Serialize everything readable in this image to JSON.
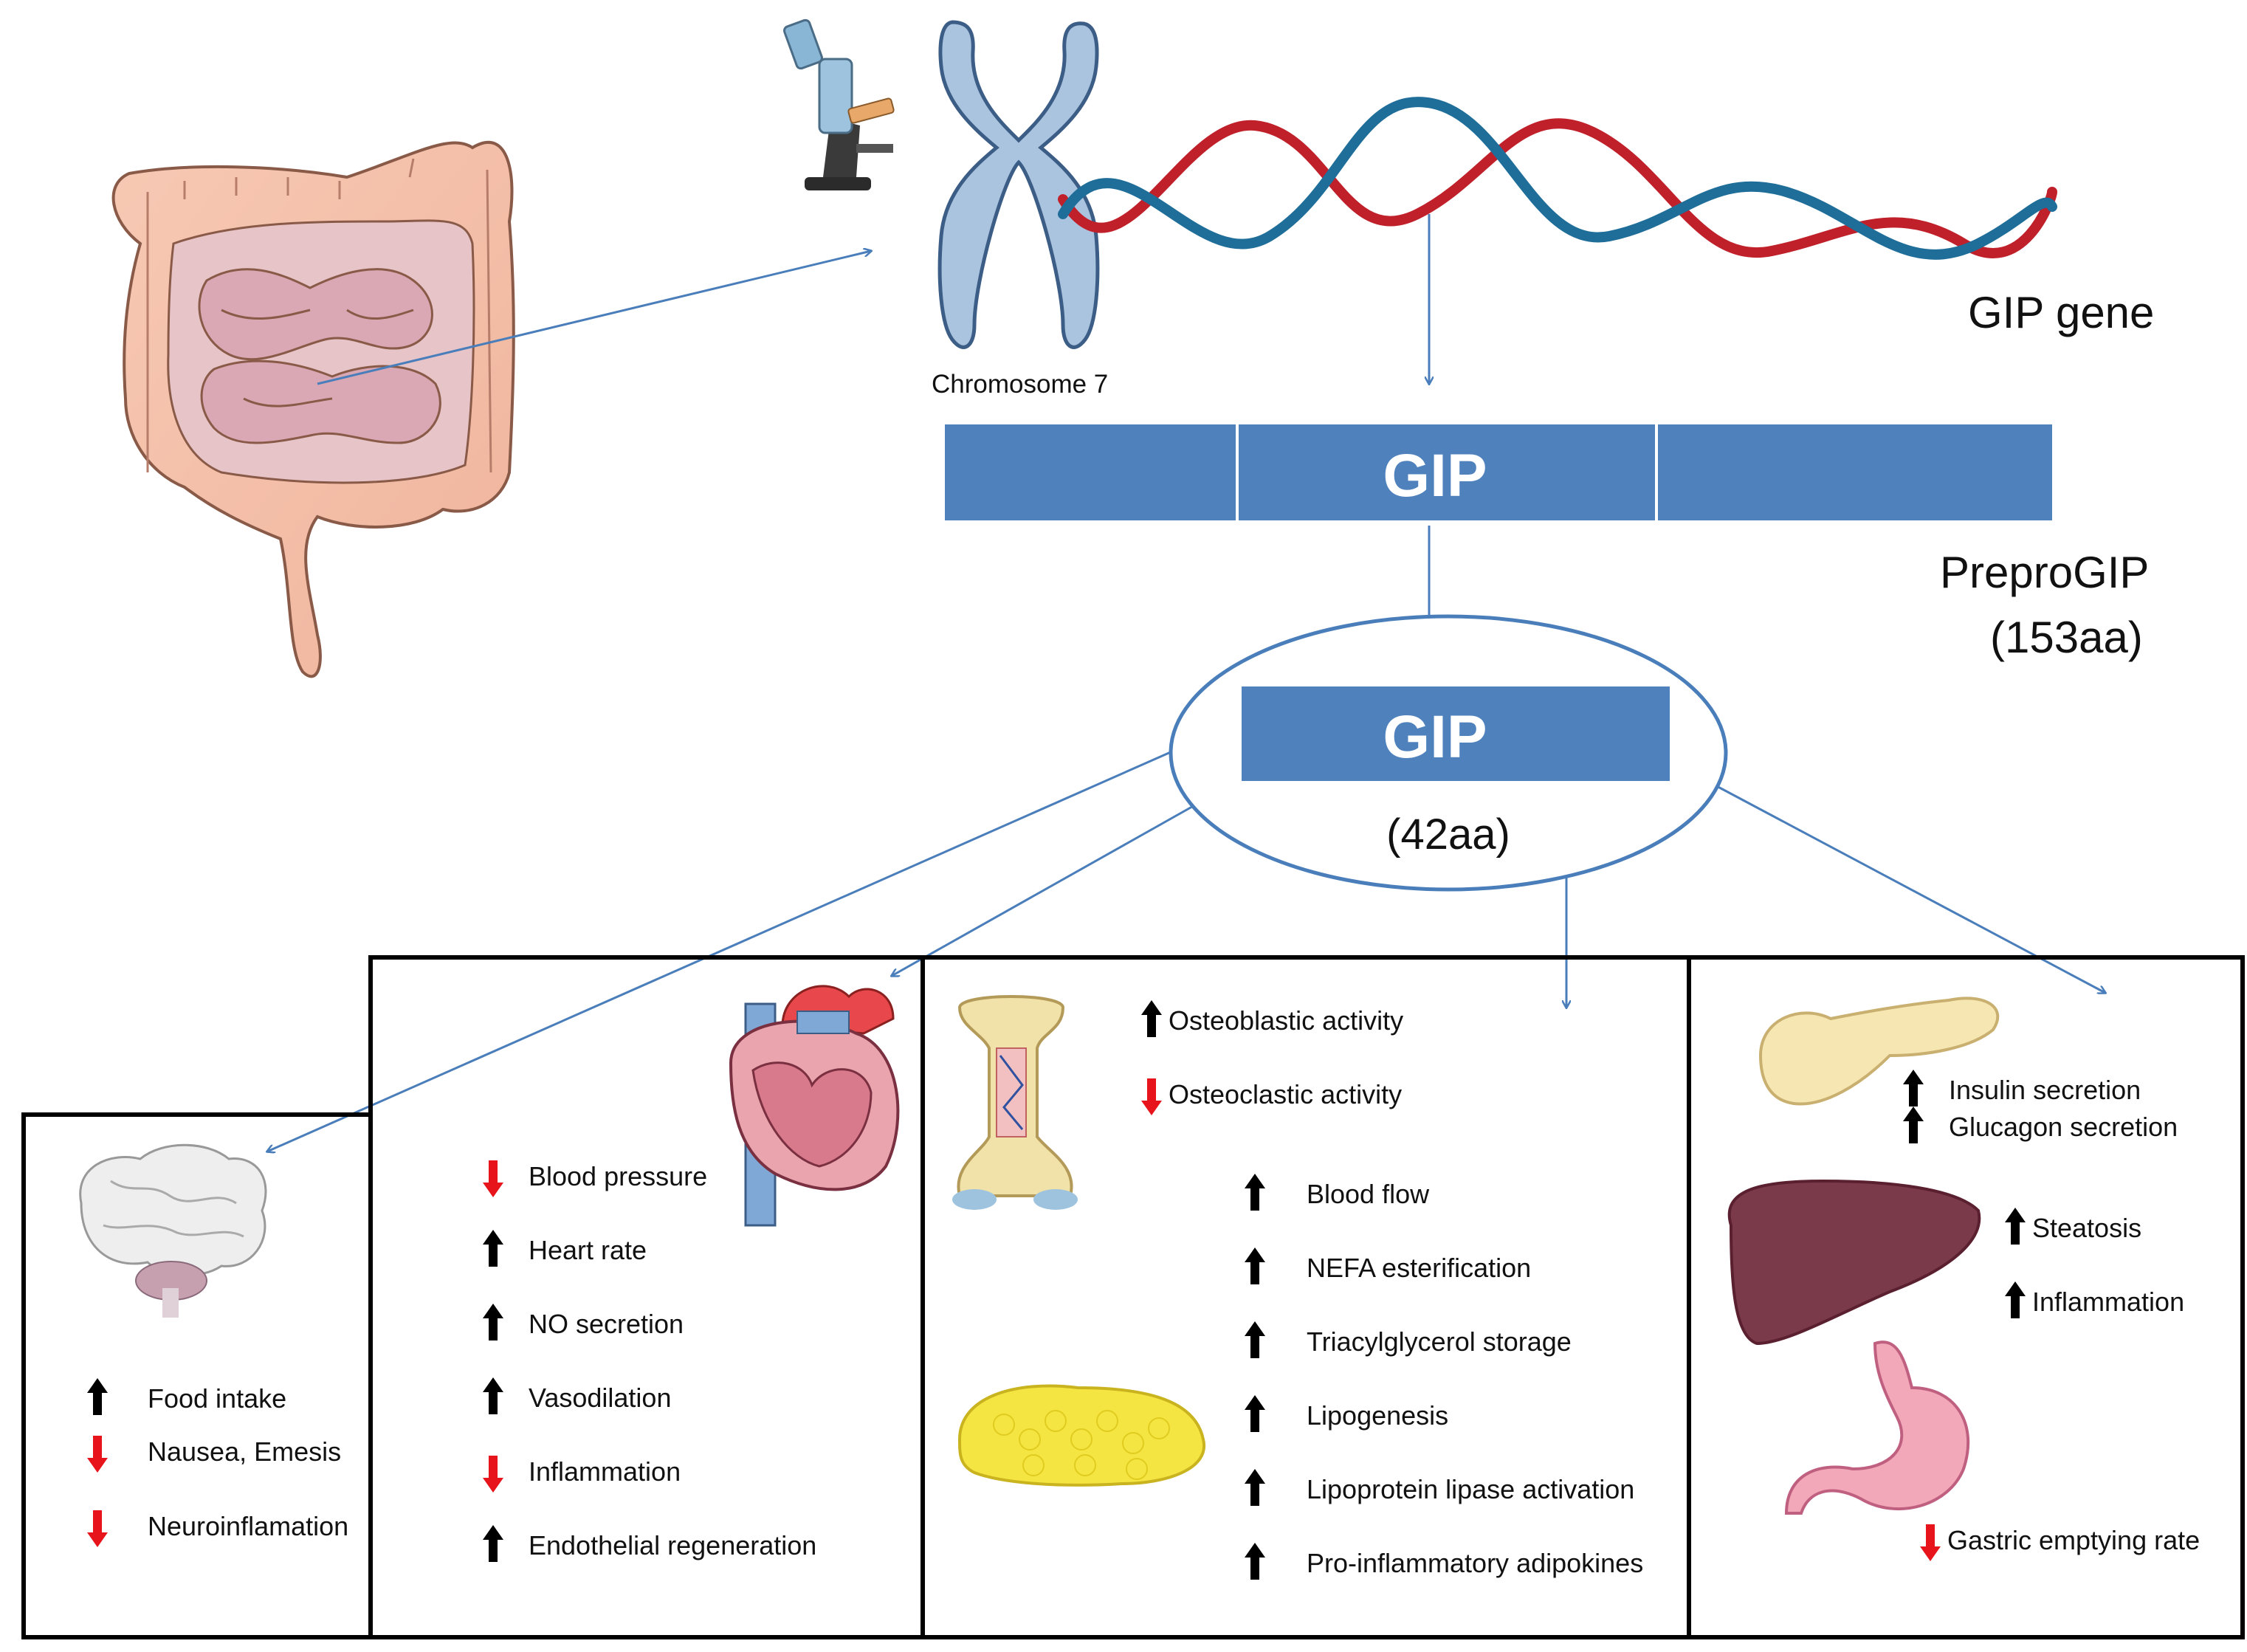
{
  "gene": {
    "chromosome_label": "Chromosome 7",
    "gene_label": "GIP gene"
  },
  "prepro": {
    "bar_label": "GIP",
    "name": "PreproGIP",
    "length": "(153aa)"
  },
  "mature": {
    "bar_label": "GIP",
    "length": "(42aa)"
  },
  "colors": {
    "bar_blue": "#4f81bd",
    "arrow_blue": "#4a7ebb",
    "dna_red": "#c0202a",
    "dna_blue": "#1f6e99",
    "up_arrow": "#000000",
    "down_arrow": "#e8141b"
  },
  "icons": [
    "intestine-icon",
    "microscope-icon",
    "chromosome-icon",
    "dna-icon",
    "brain-icon",
    "heart-icon",
    "bone-icon",
    "adipose-tissue-icon",
    "pancreas-icon",
    "liver-icon",
    "stomach-icon"
  ],
  "panels": {
    "brain": {
      "effects": [
        {
          "dir": "up",
          "text": "Food intake"
        },
        {
          "dir": "down",
          "text": "Nausea, Emesis"
        },
        {
          "dir": "down",
          "text": "Neuroinflamation"
        }
      ]
    },
    "heart": {
      "effects": [
        {
          "dir": "down",
          "text": "Blood pressure"
        },
        {
          "dir": "up",
          "text": "Heart rate"
        },
        {
          "dir": "up",
          "text": "NO secretion"
        },
        {
          "dir": "up",
          "text": "Vasodilation"
        },
        {
          "dir": "down",
          "text": "Inflammation"
        },
        {
          "dir": "up",
          "text": "Endothelial regeneration"
        }
      ]
    },
    "bone": {
      "effects": [
        {
          "dir": "up",
          "text": "Osteoblastic activity"
        },
        {
          "dir": "down",
          "text": "Osteoclastic activity"
        }
      ]
    },
    "adipose": {
      "effects": [
        {
          "dir": "up",
          "text": "Blood flow"
        },
        {
          "dir": "up",
          "text": "NEFA esterification"
        },
        {
          "dir": "up",
          "text": "Triacylglycerol storage"
        },
        {
          "dir": "up",
          "text": "Lipogenesis"
        },
        {
          "dir": "up",
          "text": "Lipoprotein lipase activation"
        },
        {
          "dir": "up",
          "text": "Pro-inflammatory adipokines"
        }
      ]
    },
    "pancreas": {
      "effects": [
        {
          "dir": "up",
          "text": "Insulin secretion"
        },
        {
          "dir": "up",
          "text": "Glucagon secretion"
        }
      ]
    },
    "liver": {
      "effects": [
        {
          "dir": "up",
          "text": "Steatosis"
        },
        {
          "dir": "up",
          "text": "Inflammation"
        }
      ]
    },
    "stomach": {
      "effects": [
        {
          "dir": "down",
          "text": "Gastric emptying rate"
        }
      ]
    }
  }
}
